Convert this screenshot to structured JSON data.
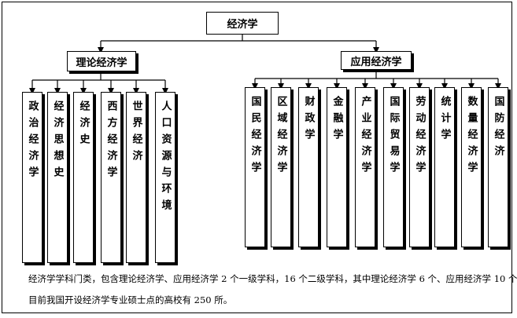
{
  "root": {
    "label": "经济学"
  },
  "branches": [
    {
      "label": "理论经济学",
      "children": [
        "政治经济学",
        "经济思想史",
        "经济史",
        "西方经济学",
        "世界经济",
        "人口资源与环境"
      ]
    },
    {
      "label": "应用经济学",
      "children": [
        "国民经济学",
        "区域经济学",
        "财政学",
        "金融学",
        "产业经济学",
        "国际贸易学",
        "劳动经济学",
        "统计学",
        "数量经济学",
        "国防经济"
      ]
    }
  ],
  "caption": {
    "line1": "经济学学科门类，包含理论经济学、应用经济学 2 个一级学科，16 个二级学科，其中理论经济学 6 个、应用经济学 10 个，",
    "line2": "目前我国开设经济学专业硕士点的高校有 250 所。"
  }
}
